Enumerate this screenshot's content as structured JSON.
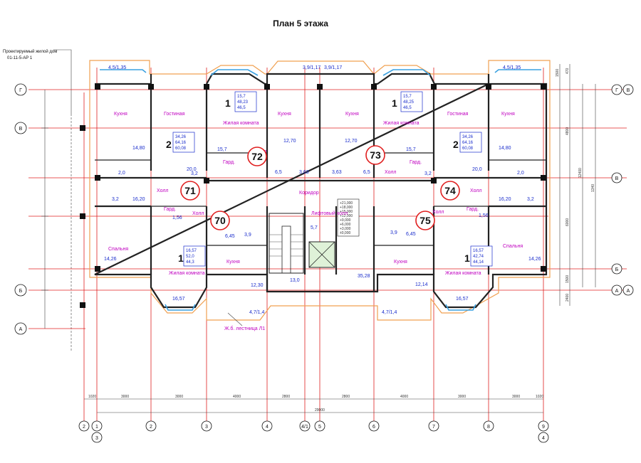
{
  "title": "План 5 этажа",
  "note": [
    "Проектируемый жилой дом",
    "01-11-5-АР 1"
  ],
  "balcony_label": "Ж.б. лестница Л1",
  "apartments": [
    {
      "id": "70",
      "rooms": "1",
      "areas": [
        "16,57",
        "52,0",
        "44,3"
      ]
    },
    {
      "id": "71",
      "rooms": "2",
      "areas": [
        "34,26",
        "64,16",
        "60,08"
      ]
    },
    {
      "id": "72",
      "rooms": "1",
      "areas": [
        "15,7",
        "48,23",
        "46,5"
      ]
    },
    {
      "id": "73",
      "rooms": "1",
      "areas": [
        "15,7",
        "48,25",
        "46,5"
      ]
    },
    {
      "id": "74",
      "rooms": "2",
      "areas": [
        "34,26",
        "64,16",
        "60,08"
      ]
    },
    {
      "id": "75",
      "rooms": "1",
      "areas": [
        "16,57",
        "42,74",
        "44,14"
      ]
    }
  ],
  "rooms": {
    "kitchen": "Кухня",
    "living": "Гостиная",
    "livingroom": "Жилая комната",
    "hall": "Холл",
    "bedroom": "Спальня",
    "wardrobe": "Гард.",
    "corridor": "Коридор",
    "lift_hall": "Лифтовый холл"
  },
  "areas": {
    "a1": "14,80",
    "a2": "20,0",
    "a3": "2,0",
    "a4": "3,2",
    "a5": "16,20",
    "a6": "14,26",
    "a7": "1,56",
    "a8": "6,45",
    "a9": "3,9",
    "a10": "12,30",
    "a11": "16,57",
    "a12": "13,0",
    "a13": "5,7",
    "a14": "35,28",
    "a15": "12,14",
    "a16": "15,7",
    "a17": "12,70",
    "a18": "6,5",
    "a19": "3,63",
    "a20": "5,7"
  },
  "bay_dims": [
    "4,5/1,35",
    "3,9/1,17",
    "3,9/1,17",
    "4,5/1,35",
    "4,7/1,4",
    "4,7/1,4"
  ],
  "elevations": [
    "+21,000",
    "+18,000",
    "+15,000",
    "+12,000",
    "+9,000",
    "+6,000",
    "+3,000",
    "±0,000"
  ],
  "axes_vertical": [
    "1",
    "2",
    "3",
    "4",
    "4/1",
    "5",
    "6",
    "7",
    "8",
    "9"
  ],
  "axes_horizontal": [
    "Г",
    "В",
    "Б",
    "А"
  ],
  "axes_bottom_extra": [
    "2",
    "3",
    "4"
  ],
  "dimensions_bottom": [
    "1020",
    "3000",
    "3000",
    "4000",
    "2800",
    "2800",
    "4000",
    "3000",
    "3000",
    "1020"
  ],
  "total_dimension": "29000",
  "dimensions_side": [
    "1500",
    "4800",
    "12400",
    "6000",
    "1500",
    "2400",
    "1340",
    "470"
  ]
}
